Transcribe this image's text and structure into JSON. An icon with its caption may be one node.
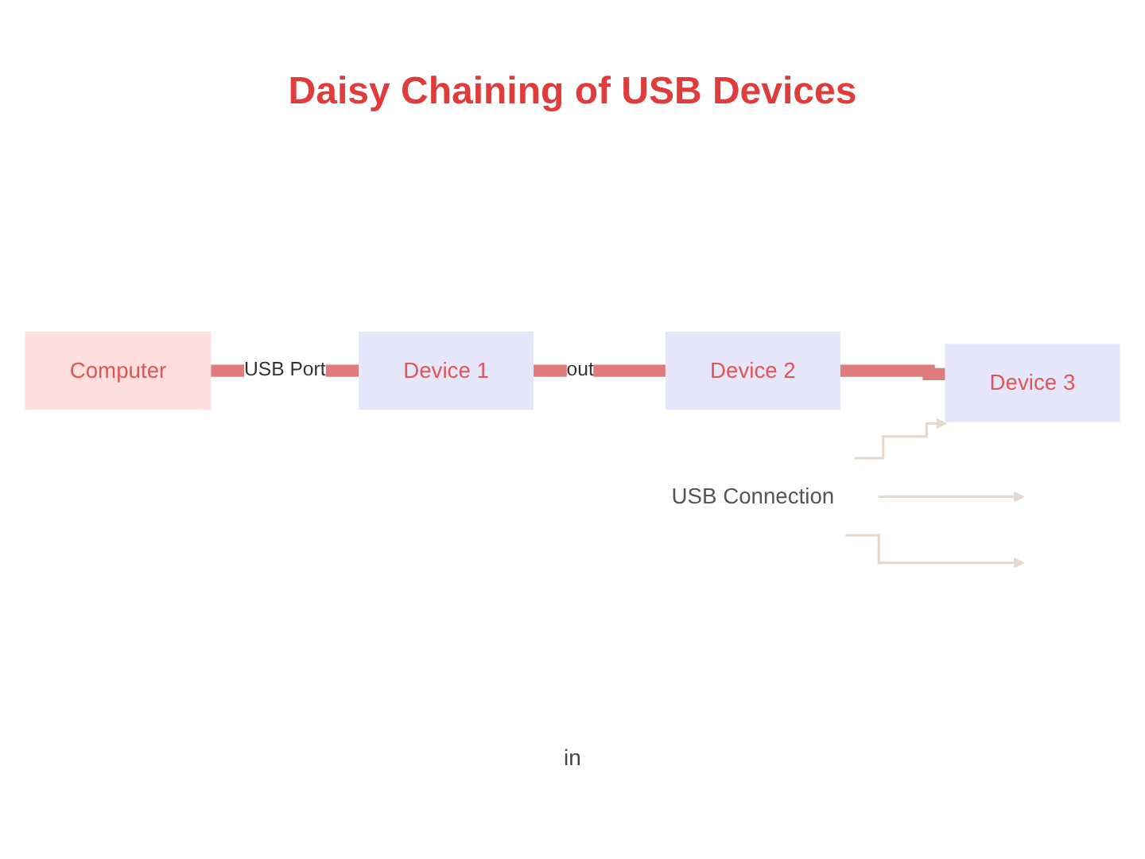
{
  "diagram": {
    "title": "Daisy Chaining of USB Devices",
    "nodes": [
      {
        "text": [
          "Computer"
        ]
      },
      {
        "text": [
          "Device 1"
        ]
      },
      {
        "text": [
          "Device 2"
        ]
      },
      {
        "text": [
          "Device 3"
        ]
      },
      {
        "text": [
          "USB Connection"
        ]
      }
    ],
    "edges": [
      {
        "from": 0,
        "to": 1,
        "arrow": "none",
        "label": "USB Port",
        "style": "thick",
        "color": "#e07b7b"
      },
      {
        "from": 1,
        "to": 2,
        "arrow": "none",
        "label": "out",
        "style": "thick",
        "color": "#e07b7b"
      },
      {
        "from": 2,
        "to": 3,
        "arrow": "none",
        "style": "thick",
        "color": "#e07b7b"
      },
      {
        "from": 4,
        "to": 3,
        "arrow": "to",
        "color": "#e6d8cc"
      },
      {
        "from": 4,
        "to": null,
        "arrow": "to",
        "color": "#e6d8cc"
      },
      {
        "from": 4,
        "to": null,
        "arrow": "to",
        "color": "#e6d8cc"
      }
    ],
    "labels": [
      "in"
    ]
  }
}
